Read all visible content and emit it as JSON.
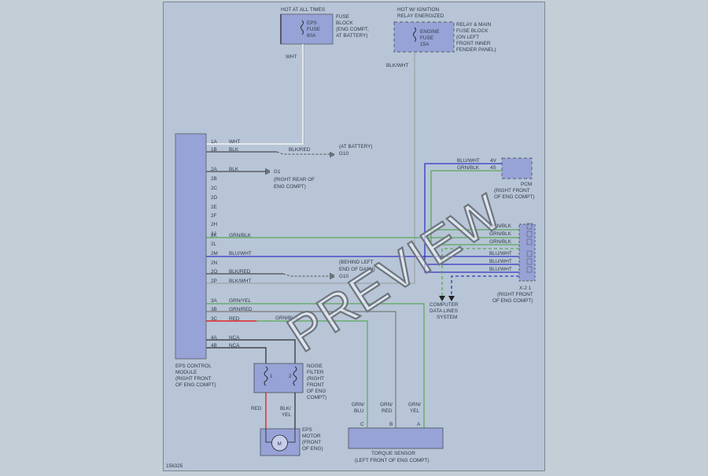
{
  "diagram": {
    "doc_id": "156325",
    "watermark": "PREVIEW",
    "fuse_eps": {
      "heading": "HOT AT ALL TIMES",
      "lines": [
        "EPS",
        "FUSE",
        "60A"
      ],
      "desc": [
        "FUSE",
        "BLOCK",
        "(ENG COMPT,",
        "AT BATTERY)"
      ]
    },
    "fuse_engine": {
      "heading": [
        "HOT W/ IGNITION",
        "RELAY ENERGIZED"
      ],
      "lines": [
        "ENGINE",
        "FUSE",
        "15A"
      ],
      "desc": [
        "RELAY & MAIN",
        "FUSE BLOCK",
        "(ON LEFT",
        "FRONT INNER",
        "FENDER PANEL)"
      ]
    },
    "wire_fuse_eps": "WHT",
    "wire_fuse_engine": "BLK/WHT",
    "module": {
      "label": [
        "EPS CONTROL",
        "MODULE",
        "(RIGHT FRONT",
        "OF ENG COMPT)"
      ]
    },
    "pins": [
      {
        "pin": "1A",
        "wire": "WHT"
      },
      {
        "pin": "1B",
        "wire": "BLK"
      },
      {
        "pin": "2A",
        "wire": "BLK"
      },
      {
        "pin": "2B",
        "wire": ""
      },
      {
        "pin": "2C",
        "wire": ""
      },
      {
        "pin": "2D",
        "wire": ""
      },
      {
        "pin": "2E",
        "wire": ""
      },
      {
        "pin": "2F",
        "wire": ""
      },
      {
        "pin": "2H",
        "wire": ""
      },
      {
        "pin": "2J",
        "wire": ""
      },
      {
        "pin": "2K",
        "wire": "GRN/BLK"
      },
      {
        "pin": "2L",
        "wire": ""
      },
      {
        "pin": "2M",
        "wire": "BLU/WHT"
      },
      {
        "pin": "2N",
        "wire": ""
      },
      {
        "pin": "2O",
        "wire": "BLK/RED"
      },
      {
        "pin": "2P",
        "wire": "BLK/WHT"
      },
      {
        "pin": "3A",
        "wire": "GRN/YEL"
      },
      {
        "pin": "3B",
        "wire": "GRN/RED"
      },
      {
        "pin": "3C",
        "wire": "RED"
      },
      {
        "pin": "4A",
        "wire": "NCA"
      },
      {
        "pin": "4B",
        "wire": "NCA"
      }
    ],
    "ground_g10_a": {
      "wire": "BLK/RED",
      "id": "G10",
      "loc": "(AT BATTERY)"
    },
    "ground_g1": {
      "id": "G1",
      "loc": [
        "(RIGHT REAR OF",
        "ENG COMPT)"
      ]
    },
    "ground_g10_b": {
      "id": "G10",
      "loc": [
        "(BEHIND LEFT",
        "END OF DASH)"
      ]
    },
    "pcm": {
      "label": [
        "PCM",
        "(RIGHT FRONT",
        "OF ENG COMPT)"
      ],
      "pins": [
        {
          "pin": "4V",
          "wire": "BLU/WHT"
        },
        {
          "pin": "4S",
          "wire": "GRN/BLK"
        }
      ]
    },
    "x21": {
      "label": [
        "X-2 1",
        "(RIGHT FRONT",
        "OF ENG COMPT)"
      ],
      "wires": [
        "GRN/BLK",
        "GRN/BLK",
        "GRN/BLK",
        "BLU/WHT",
        "BLU/WHT",
        "BLU/WHT"
      ]
    },
    "cds_label": [
      "COMPUTER",
      "DATA LINES",
      "SYSTEM"
    ],
    "wire_grnblu": "GRN/BLU",
    "noise_filter": {
      "label": [
        "NOISE",
        "FILTER",
        "(RIGHT",
        "FRONT",
        "OF ENG",
        "COMPT)"
      ],
      "pins": [
        "1",
        "2"
      ]
    },
    "motor": {
      "label": [
        "EPS",
        "MOTOR",
        "(FRONT",
        "OF ENG)"
      ],
      "symbol": "M",
      "wires": [
        "RED",
        "BLK/",
        "YEL"
      ]
    },
    "torque": {
      "label": [
        "TORQUE SENSOR",
        "(LEFT FRONT OF ENG COMPT)"
      ],
      "pins": [
        "C",
        "B",
        "A"
      ],
      "wires": [
        [
          "GRN/",
          "BLU"
        ],
        [
          "GRN/",
          "RED"
        ],
        [
          "GRN/",
          "YEL"
        ]
      ]
    },
    "colors": {
      "background": "#c3ced6",
      "panel": "#b7c5d7",
      "component": "#97a3d6",
      "green": "#5aa857",
      "blue": "#3434c4",
      "red": "#e02626",
      "black": "#2c2c2c",
      "grey": "#9a9a9a",
      "outline": "#555a66"
    }
  }
}
